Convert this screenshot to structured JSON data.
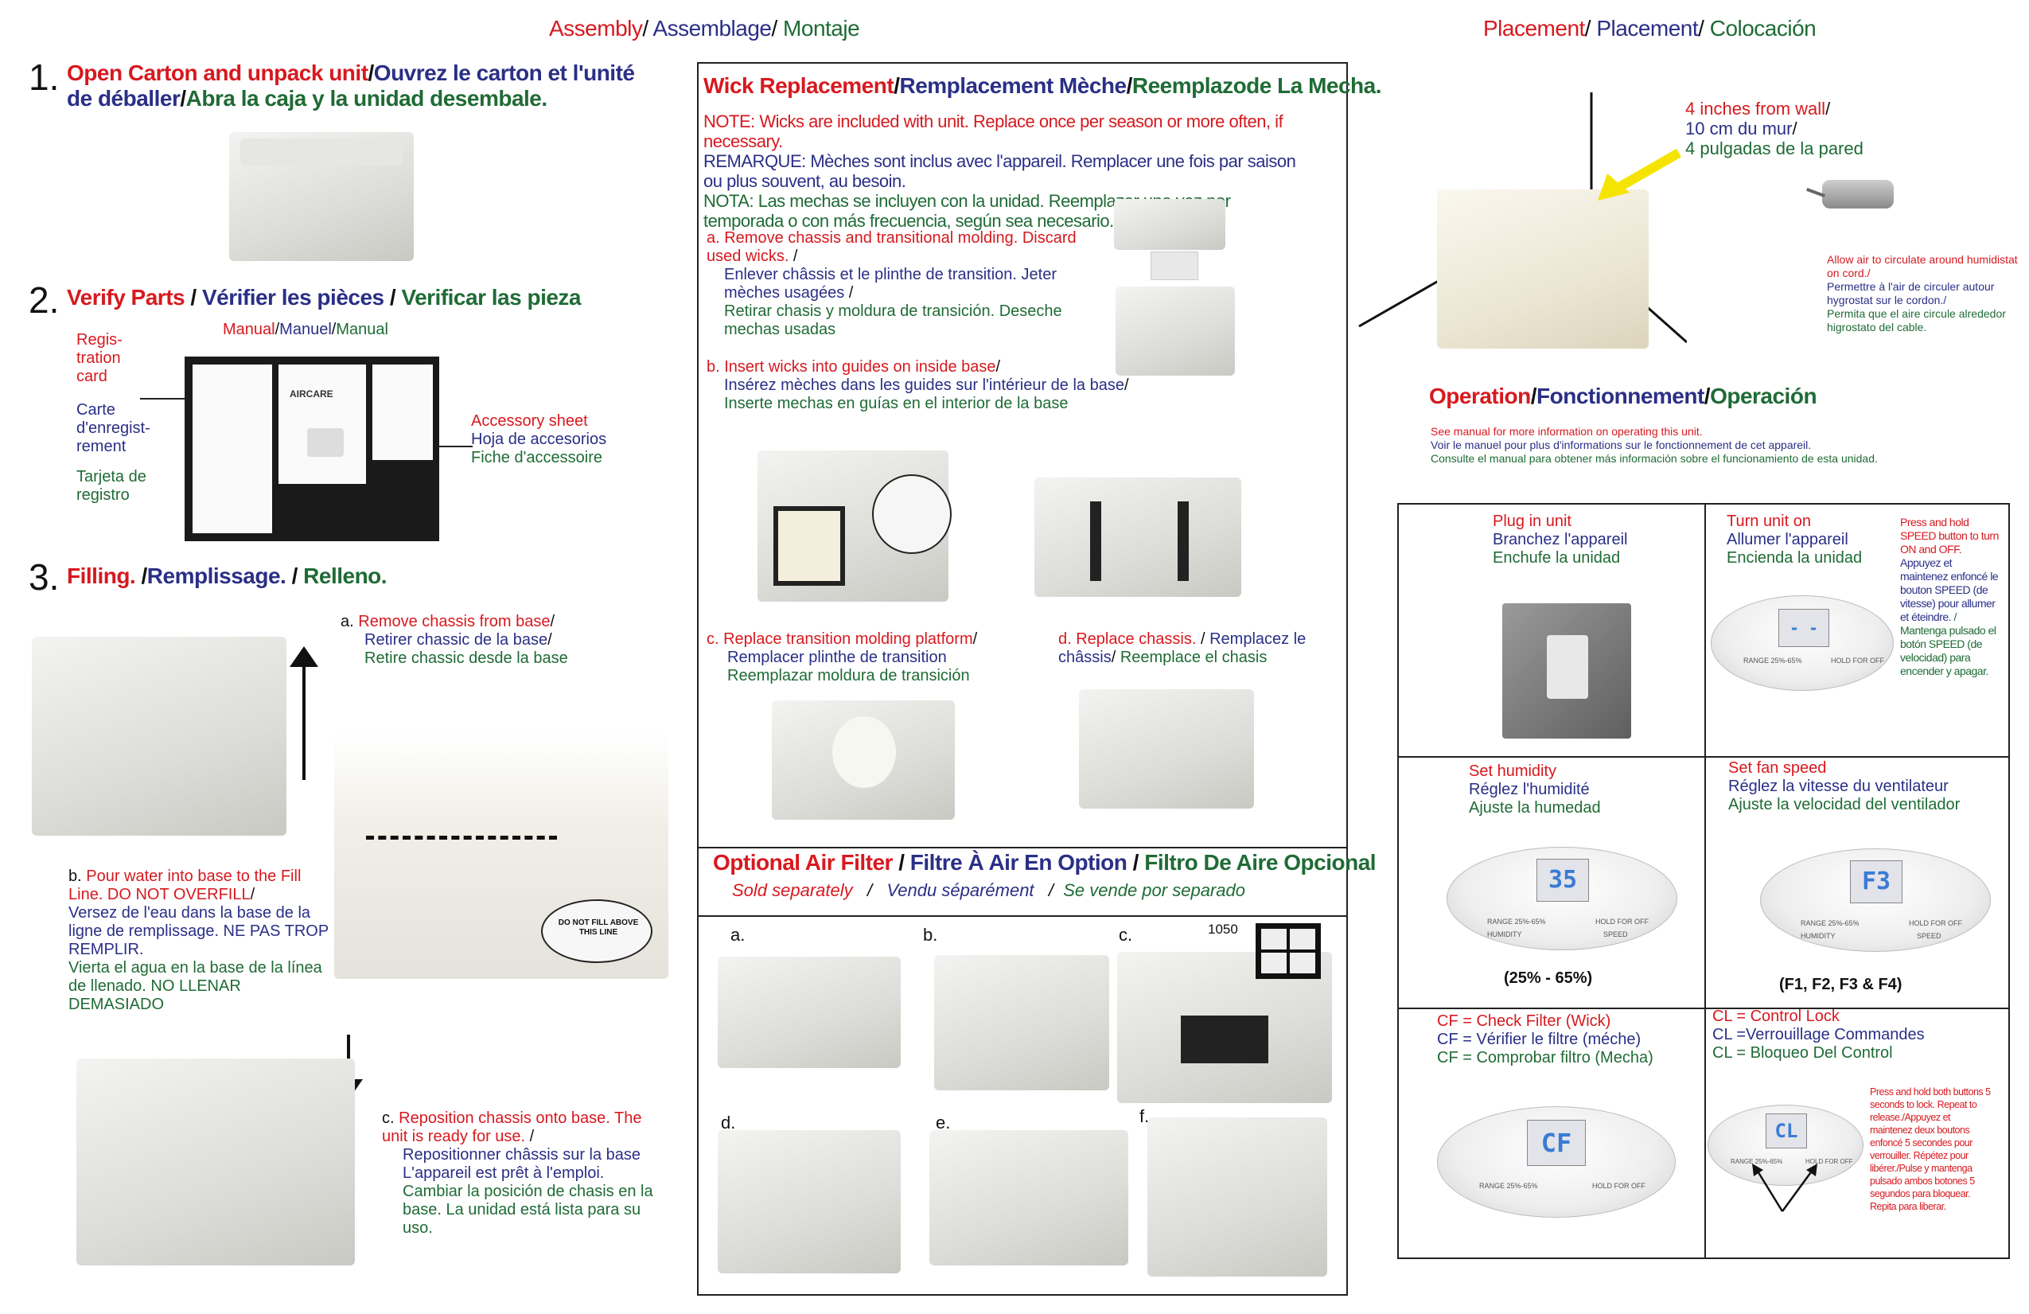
{
  "assembly": {
    "title_en": "Assembly",
    "title_fr": "Assemblage",
    "title_es": "Montaje",
    "step1": {
      "num": "1.",
      "en": "Open Carton and unpack unit",
      "fr": "Ouvrez le carton et l'unité de déballer",
      "es": "Abra la caja y la unidad desembale."
    },
    "step2": {
      "num": "2.",
      "en": "Verify Parts",
      "fr": "Vérifier les pièces",
      "es": "Verificar las pieza",
      "manual_en": "Manual",
      "manual_fr": "Manuel",
      "manual_es": "Manual",
      "reg_en": "Regis-tration card",
      "reg_fr": "Carte d'enregist-rement",
      "reg_es": "Tarjeta de registro",
      "acc_en": "Accessory sheet",
      "acc_es": "Hoja de accesorios",
      "acc_fr": "Fiche d'accessoire",
      "brand": "AIRCARE"
    },
    "step3": {
      "num": "3.",
      "en": "Filling.",
      "fr": "Remplissage.",
      "es": "Relleno.",
      "a_en": "Remove chassis from base",
      "a_fr": "Retirer chassic de la base",
      "a_es": "Retire chassic desde la base",
      "b_en": "Pour water into base to the Fill Line. DO NOT OVERFILL",
      "b_fr": "Versez de l'eau dans la base de la ligne de remplissage. NE PAS TROP REMPLIR.",
      "b_es": "Vierta el agua en la base de la línea de llenado. NO LLENAR DEMASIADO",
      "sticker": "DO NOT FILL ABOVE THIS LINE",
      "c_en": "Reposition chassis onto base. The unit is ready for use.",
      "c_fr": "Repositionner châssis sur la base L'appareil est prêt à l'emploi.",
      "c_es": "Cambiar la posición de chasis en la base.  La unidad está lista para su uso."
    }
  },
  "wick": {
    "title_en": "Wick Replacement",
    "title_fr": "Remplacement Mèche",
    "title_es": "Reemplazode La Mecha.",
    "note_en": "NOTE: Wicks are included with unit. Replace once per season or more often, if necessary.",
    "note_fr": "REMARQUE: Mèches sont inclus avec l'appareil. Remplacer une fois par saison ou plus souvent, au besoin.",
    "note_es": "NOTA: Las mechas se incluyen con la unidad. Reemplazar una vez por temporada o con más frecuencia, según sea necesario.",
    "a_en": "a. Remove  chassis and transitional molding. Discard used wicks.",
    "a_fr": "Enlever châssis et le plinthe de transition. Jeter mèches usagées",
    "a_es": "Retirar chasis y moldura de transición. Deseche mechas usadas",
    "b_en": "b. Insert wicks into guides on inside base",
    "b_fr": "Insérez mèches dans les guides sur l'intérieur de la base",
    "b_es": "Inserte mechas en guías en el interior de la base",
    "c_en": "c. Replace transition molding platform",
    "c_fr": "Remplacer plinthe de transition",
    "c_es": "Reemplazar moldura de transición",
    "d_en": "d. Replace chassis.",
    "d_fr": "Remplacez le châssis",
    "d_es": "Reemplace el chasis"
  },
  "filter": {
    "title_en": "Optional Air Filter",
    "title_fr": "Filtre À Air En Option",
    "title_es": "Filtro De Aire Opcional",
    "sub_en": "Sold separately",
    "sub_fr": "Vendu séparément",
    "sub_es": "Se vende por separado",
    "labels": [
      "a.",
      "b.",
      "c.",
      "d.",
      "e.",
      "f."
    ],
    "model": "1050"
  },
  "placement": {
    "title_en": "Placement",
    "title_fr": "Placement",
    "title_es": "Colocación",
    "wall_en": "4 inches from wall",
    "wall_fr": "10 cm du mur",
    "wall_es": "4 pulgadas de la pared",
    "air_en": "Allow air to circulate around humidistat on cord.",
    "air_fr": "Permettre à l'air de circuler autour hygrostat sur le cordon.",
    "air_es": "Permita que el aire circule alrededor higrostato del cable."
  },
  "operation": {
    "title_en": "Operation",
    "title_fr": "Fonctionnement",
    "title_es": "Operación",
    "see_en": "See manual for more information on operating this unit.",
    "see_fr": "Voir le manuel pour plus d'informations sur le fonctionnement de cet appareil.",
    "see_es": "Consulte el manual para obtener más información sobre el funcionamiento de esta unidad.",
    "plug_en": "Plug in unit",
    "plug_fr": "Branchez l'appareil",
    "plug_es": "Enchufe la unidad",
    "turn_en": "Turn unit on",
    "turn_fr": "Allumer l'appareil",
    "turn_es": "Encienda la unidad",
    "press_en": "Press  and hold SPEED button to turn ON and OFF.",
    "press_fr": "Appuyez et maintenez enfoncé le bouton SPEED (de vitesse)  pour allumer et éteindre.",
    "press_es": "Mantenga pulsado el botón SPEED (de velocidad) para encender y apagar.",
    "hum_en": "Set humidity",
    "hum_fr": "Réglez l'humidité",
    "hum_es": "Ajuste la humedad",
    "hum_range": "(25% - 65%)",
    "hum_lcd": "35",
    "fan_en": "Set fan speed",
    "fan_fr": "Réglez la vitesse du ventilateur",
    "fan_es": "Ajuste la velocidad del ventilador",
    "fan_range": "(F1, F2, F3 & F4)",
    "fan_lcd": "F3",
    "cf_en": "CF = Check Filter (Wick)",
    "cf_fr": "CF = Vérifier le filtre (méche)",
    "cf_es": "CF = Comprobar filtro (Mecha)",
    "cf_lcd": "CF",
    "cl_en": "CL = Control Lock",
    "cl_fr": "CL =Verrouillage Commandes",
    "cl_es": "CL = Bloqueo Del Control",
    "cl_lcd": "CL",
    "cl_note_en": "Press and hold both buttons 5 seconds to lock. Repeat to release.",
    "cl_note_fr": "Appuyez et maintenez deux boutons enfoncé 5 secondes pour verrouiller. Répétez pour libérer.",
    "cl_note_es": "Pulse y mantenga pulsado ambos botones 5 segundos para bloquear. Repita para liberar.",
    "btn_left": "RANGE 25%-65%",
    "btn_right": "HOLD FOR OFF",
    "btn_hum": "HUMIDITY",
    "btn_speed": "SPEED"
  }
}
